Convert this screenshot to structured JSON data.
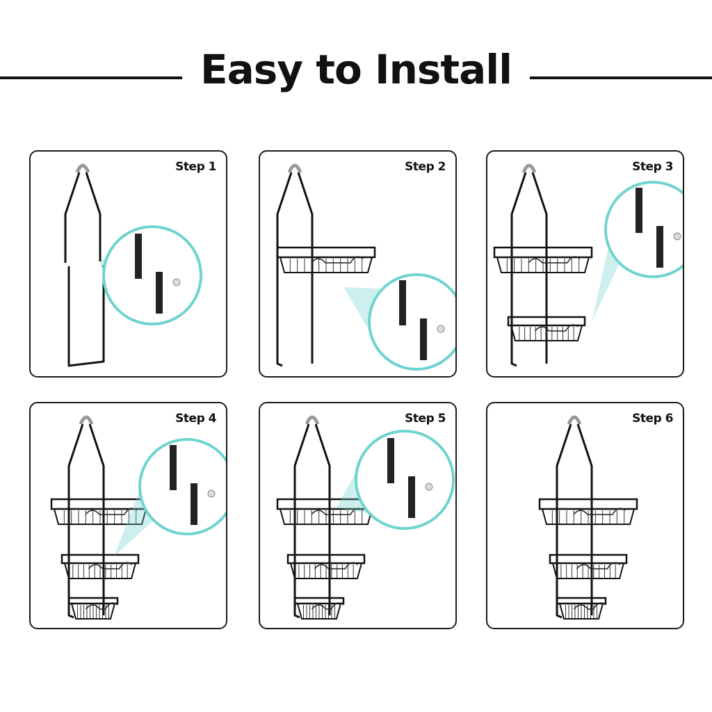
{
  "title": "Easy to Install",
  "accent_color": "#6fd3cf",
  "steps": [
    {
      "label": "Step 1",
      "baskets": 0,
      "zoom": true
    },
    {
      "label": "Step 2",
      "baskets": 1,
      "zoom": true
    },
    {
      "label": "Step 3",
      "baskets": 2,
      "zoom": true
    },
    {
      "label": "Step 4",
      "baskets": 3,
      "zoom": true
    },
    {
      "label": "Step 5",
      "baskets": 3,
      "zoom": true
    },
    {
      "label": "Step 6",
      "baskets": 3,
      "zoom": false
    }
  ]
}
